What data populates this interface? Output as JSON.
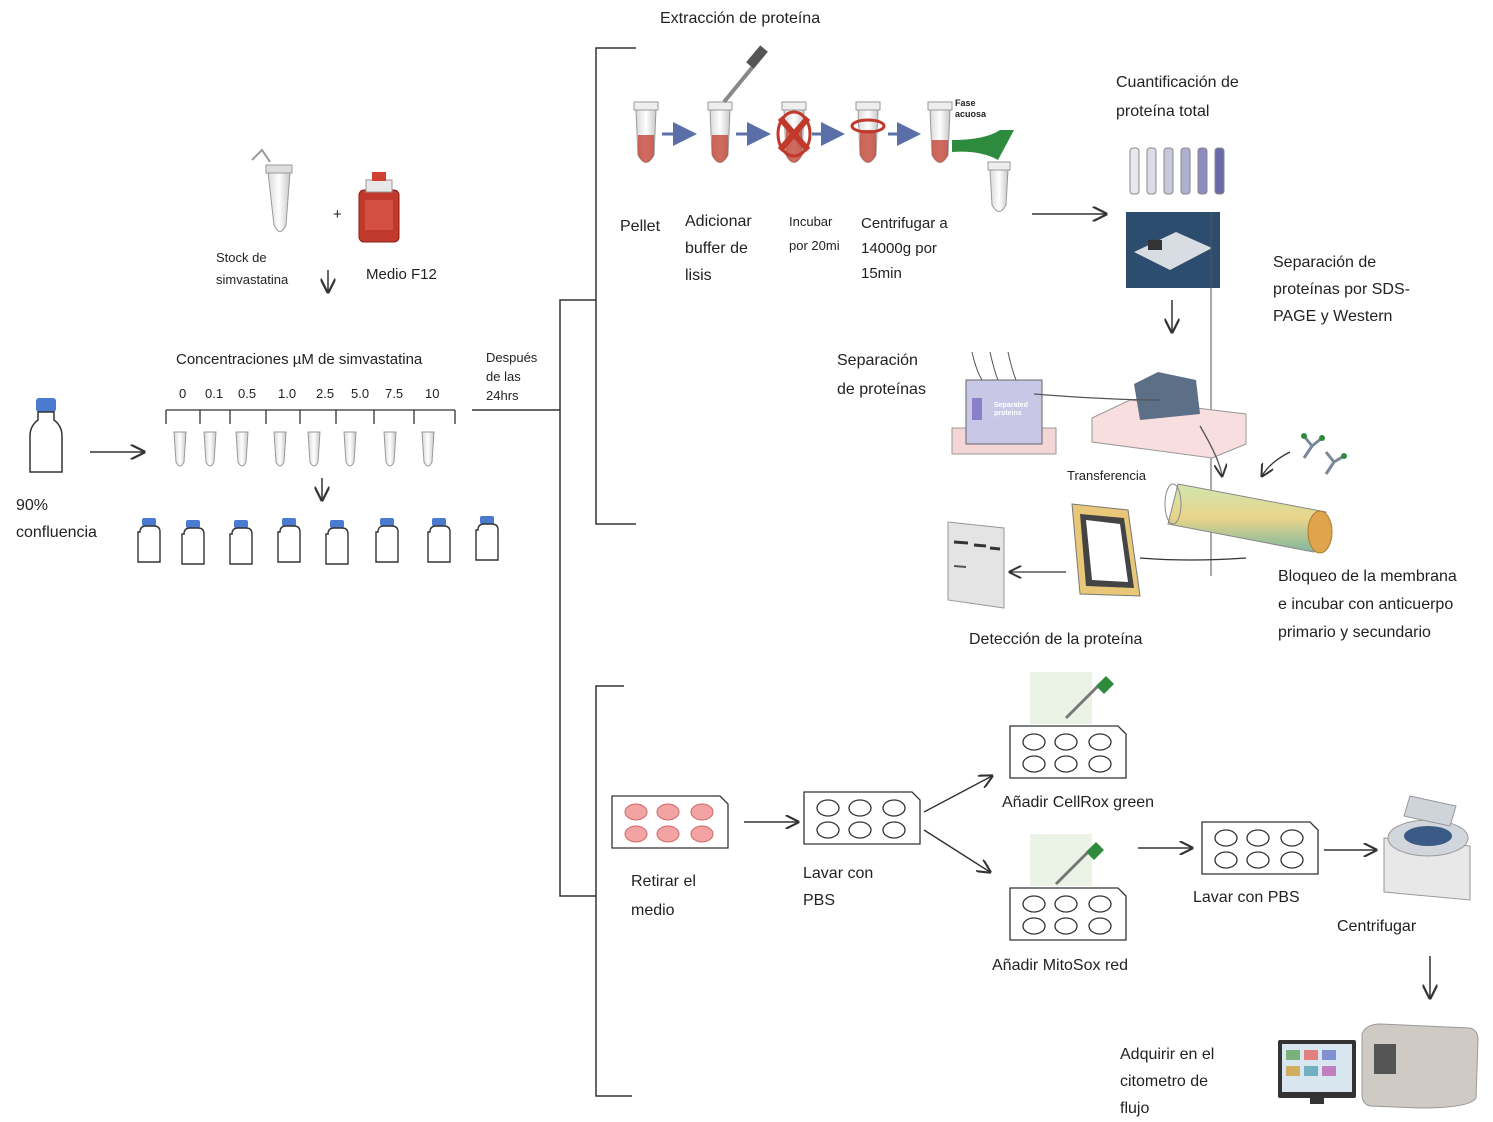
{
  "left": {
    "stock": "Stock de\nsimvastatina",
    "plus": "+",
    "medium": "Medio F12",
    "concentrations_title": "Concentraciones µM de simvastatina",
    "concentrations": [
      "0",
      "0.1",
      "0.5",
      "1.0",
      "2.5",
      "5.0",
      "7.5",
      "10"
    ],
    "confluence": "90%\nconfluencia",
    "after": "Después\nde las\n24hrs"
  },
  "protein": {
    "title": "Extracción de proteína",
    "steps": {
      "pellet": "Pellet",
      "lysis": "Adicionar\nbuffer de\nlisis",
      "incubate": "Incubar\npor 20mi",
      "centrifuge": "Centrifugar a\n14000g por\n15min",
      "aqueous": "Fase\nacuosa"
    },
    "quant": "Cuantificación de\nproteína total",
    "sds": "Separación de\nproteínas por SDS-\nPAGE  y Western",
    "separation": "Separación\nde proteínas",
    "gel_label": "Separated\nproteins",
    "transfer": "Transferencia",
    "blocking": "Bloqueo de  la membrana\ne  incubar  con anticuerpo\nprimario  y secundario",
    "detection": "Detección de  la proteína"
  },
  "ros": {
    "remove": "Retirar el\nmedio",
    "wash1": "Lavar con\nPBS",
    "cellrox": "Añadir  CellRox green",
    "mitosox": "Añadir MitoSox red",
    "wash2": "Lavar con PBS",
    "centrifuge": "Centrifugar",
    "acquire": "Adquirir en el\ncitometro  de\nflujo"
  },
  "colors": {
    "line": "#333333",
    "tube_red": "#c0392b",
    "cap_blue": "#4a7bd0",
    "well_pink": "#f4a3a3",
    "pipette_green": "#2e8b3e",
    "membrane_yellow": "#e8c878",
    "arrow_blue": "#5a6fa8"
  }
}
